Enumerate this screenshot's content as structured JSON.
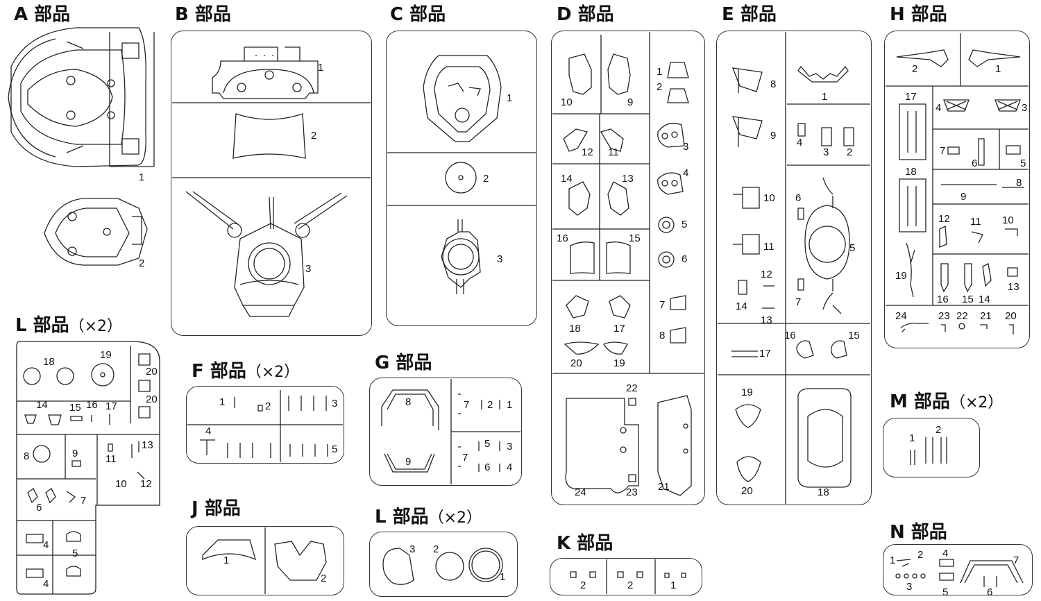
{
  "sheet": {
    "groups": [
      {
        "id": "A",
        "title": "A 部品",
        "qty": "",
        "parts": [
          "1",
          "2"
        ]
      },
      {
        "id": "B",
        "title": "B 部品",
        "qty": "",
        "parts": [
          "1",
          "2",
          "3"
        ]
      },
      {
        "id": "C",
        "title": "C 部品",
        "qty": "",
        "parts": [
          "1",
          "2",
          "3"
        ]
      },
      {
        "id": "D",
        "title": "D 部品",
        "qty": "",
        "parts": [
          "10",
          "9",
          "1",
          "2",
          "12",
          "11",
          "3",
          "14",
          "13",
          "4",
          "5",
          "16",
          "15",
          "6",
          "7",
          "18",
          "17",
          "8",
          "20",
          "19",
          "22",
          "24",
          "23",
          "21"
        ]
      },
      {
        "id": "E",
        "title": "E 部品",
        "qty": "",
        "parts": [
          "8",
          "1",
          "9",
          "4",
          "3",
          "2",
          "10",
          "6",
          "11",
          "5",
          "12",
          "14",
          "13",
          "7",
          "17",
          "16",
          "15",
          "19",
          "20",
          "18"
        ]
      },
      {
        "id": "H",
        "title": "H 部品",
        "qty": "",
        "parts": [
          "2",
          "1",
          "17",
          "4",
          "3",
          "7",
          "6",
          "5",
          "18",
          "9",
          "8",
          "12",
          "11",
          "10",
          "19",
          "13",
          "16",
          "15",
          "14",
          "24",
          "23",
          "22",
          "21",
          "20"
        ]
      },
      {
        "id": "L1",
        "title": "L 部品",
        "qty": "（×2）",
        "parts": [
          "18",
          "19",
          "20",
          "20",
          "14",
          "15",
          "16",
          "17",
          "8",
          "9",
          "11",
          "13",
          "10",
          "12",
          "6",
          "7",
          "4",
          "5",
          "4"
        ]
      },
      {
        "id": "F",
        "title": "F 部品",
        "qty": "（×2）",
        "parts": [
          "1",
          "2",
          "3",
          "4",
          "5"
        ]
      },
      {
        "id": "G",
        "title": "G 部品",
        "qty": "",
        "parts": [
          "8",
          "7",
          "2",
          "1",
          "5",
          "3",
          "7",
          "6",
          "4",
          "9"
        ]
      },
      {
        "id": "J",
        "title": "J 部品",
        "qty": "",
        "parts": [
          "1",
          "2"
        ]
      },
      {
        "id": "L2",
        "title": "L 部品",
        "qty": "（×2）",
        "parts": [
          "3",
          "2",
          "1"
        ]
      },
      {
        "id": "K",
        "title": "K 部品",
        "qty": "",
        "parts": [
          "2",
          "2",
          "1"
        ]
      },
      {
        "id": "M",
        "title": "M 部品",
        "qty": "（×2）",
        "parts": [
          "1",
          "2"
        ]
      },
      {
        "id": "N",
        "title": "N 部品",
        "qty": "",
        "parts": [
          "1",
          "2",
          "4",
          "7",
          "3",
          "5",
          "6"
        ]
      }
    ]
  }
}
